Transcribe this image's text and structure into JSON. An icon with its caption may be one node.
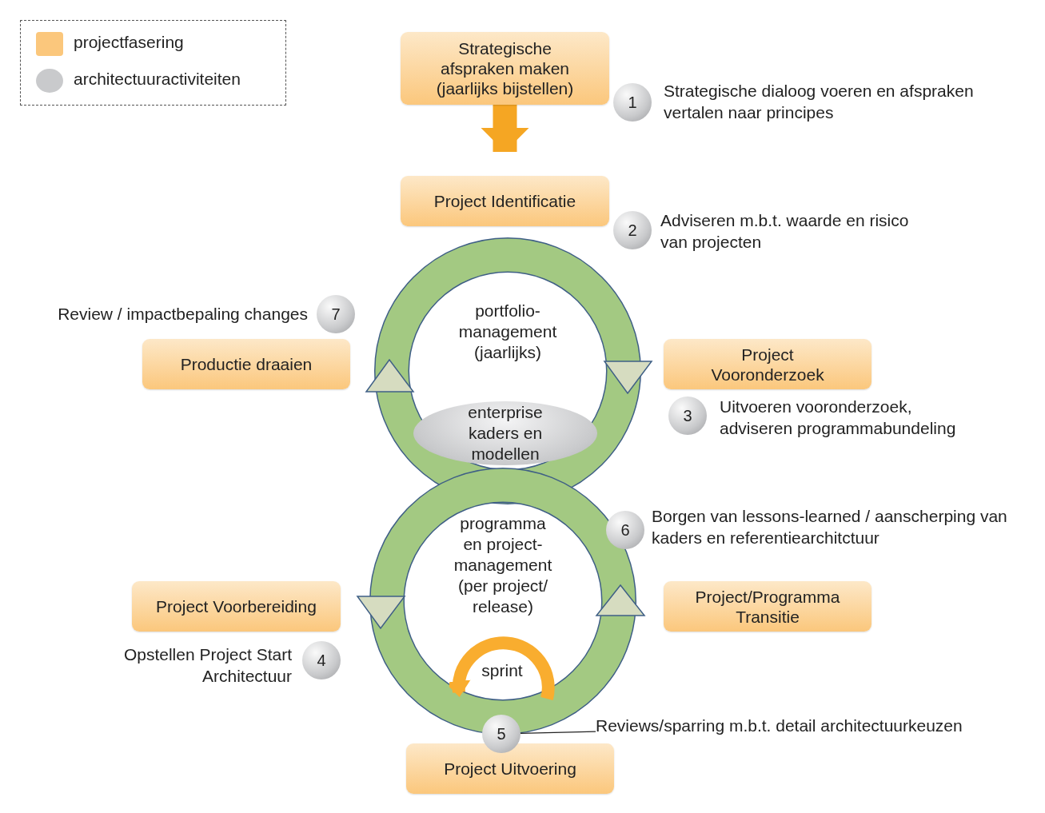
{
  "diagram": {
    "nodes": [
      {
        "text": [
          "Strategische afspraken maken (jaarlijks bijstellen)"
        ]
      },
      {
        "text": [
          "1"
        ],
        "beside": [
          "Strategische dialoog voeren en afspraken vertalen naar principes"
        ]
      },
      {
        "text": [
          "Project Identificatie"
        ]
      },
      {
        "text": [
          "2"
        ],
        "beside": [
          "Adviseren m.b.t. waarde en risico van projecten"
        ]
      },
      {
        "text": [
          "7"
        ],
        "beside": [
          "Review / impactbepaling changes"
        ]
      },
      {
        "text": [
          "Productie draaien"
        ]
      },
      {
        "text": [
          "portfolio- management (jaarlijks)"
        ]
      },
      {
        "text": [
          "Project Vooronderzoek"
        ]
      },
      {
        "text": [
          "enterprise kaders en modellen"
        ],
        "in": 6
      },
      {
        "text": [
          "3"
        ],
        "beside": [
          "Uitvoeren vooronderzoek, adviseren programmabundeling"
        ]
      },
      {
        "text": [
          "6"
        ],
        "beside": [
          "Borgen van lessons-learned / aanscherping van kaders en referentiearchitctuur"
        ]
      },
      {
        "text": [
          "programma en project- management (per project/ release)"
        ]
      },
      {
        "text": [
          "Project Voorbereiding"
        ]
      },
      {
        "text": [
          "Project/Programma Transitie"
        ]
      },
      {
        "text": [
          "4"
        ],
        "beside": [
          "Opstellen Project Start Architectuur"
        ]
      },
      {
        "text": [
          "sprint"
        ],
        "in": 11
      },
      {
        "text": [
          "5"
        ]
      },
      {
        "text": [
          "Reviews/sparring m.b.t. detail architectuurkeuzen"
        ]
      },
      {
        "text": [
          "Project Uitvoering"
        ]
      }
    ],
    "edges": [
      {
        "from": 0,
        "to": 2,
        "arrow": "to",
        "style": "thick",
        "color": "#f5a623"
      },
      {
        "from": 17,
        "to": 16,
        "arrow": "none",
        "color": "#222222"
      }
    ],
    "legend": [
      {
        "text": "projectfasering",
        "color": "#fbc77c"
      },
      {
        "text": "architectuuractiviteiten",
        "color": "#c9cacc"
      }
    ]
  }
}
